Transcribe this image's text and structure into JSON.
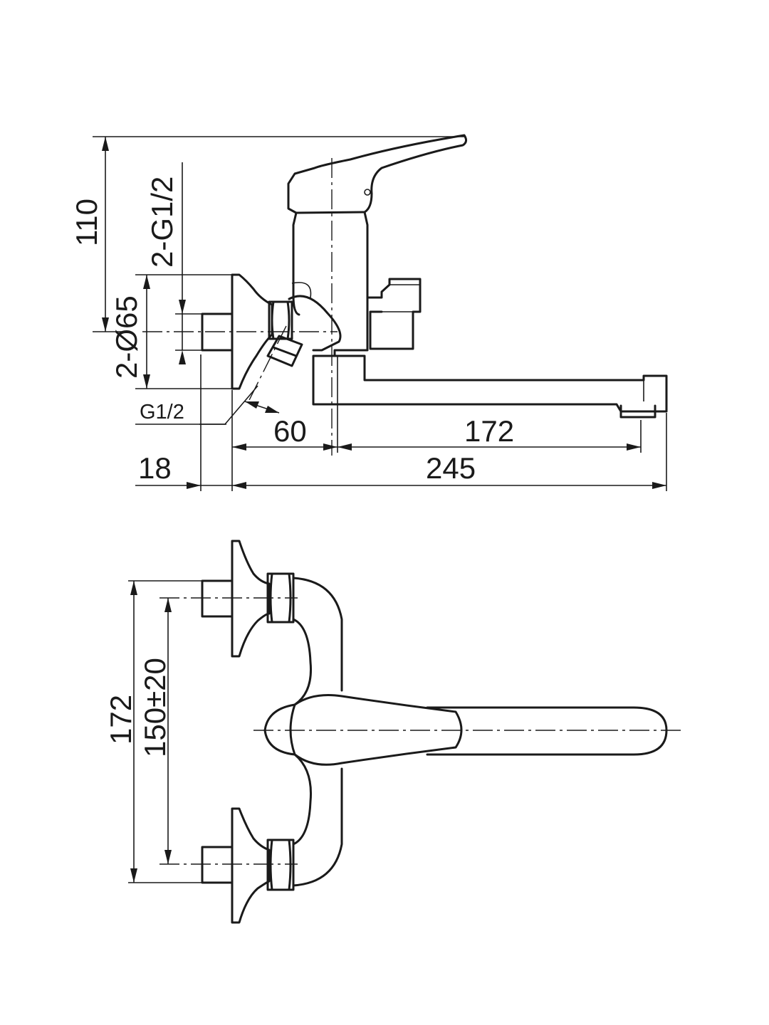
{
  "side_view": {
    "dim_height": "110",
    "dim_inlet_thread": "2-G1/2",
    "dim_flange_diameter": "2-Ø65",
    "dim_outlet_thread": "G1/2",
    "dim_60": "60",
    "dim_172": "172",
    "dim_18": "18",
    "dim_245": "245"
  },
  "top_view": {
    "dim_172": "172",
    "dim_centers": "150±20"
  },
  "colors": {
    "line": "#1a1a1a",
    "background": "#ffffff"
  }
}
